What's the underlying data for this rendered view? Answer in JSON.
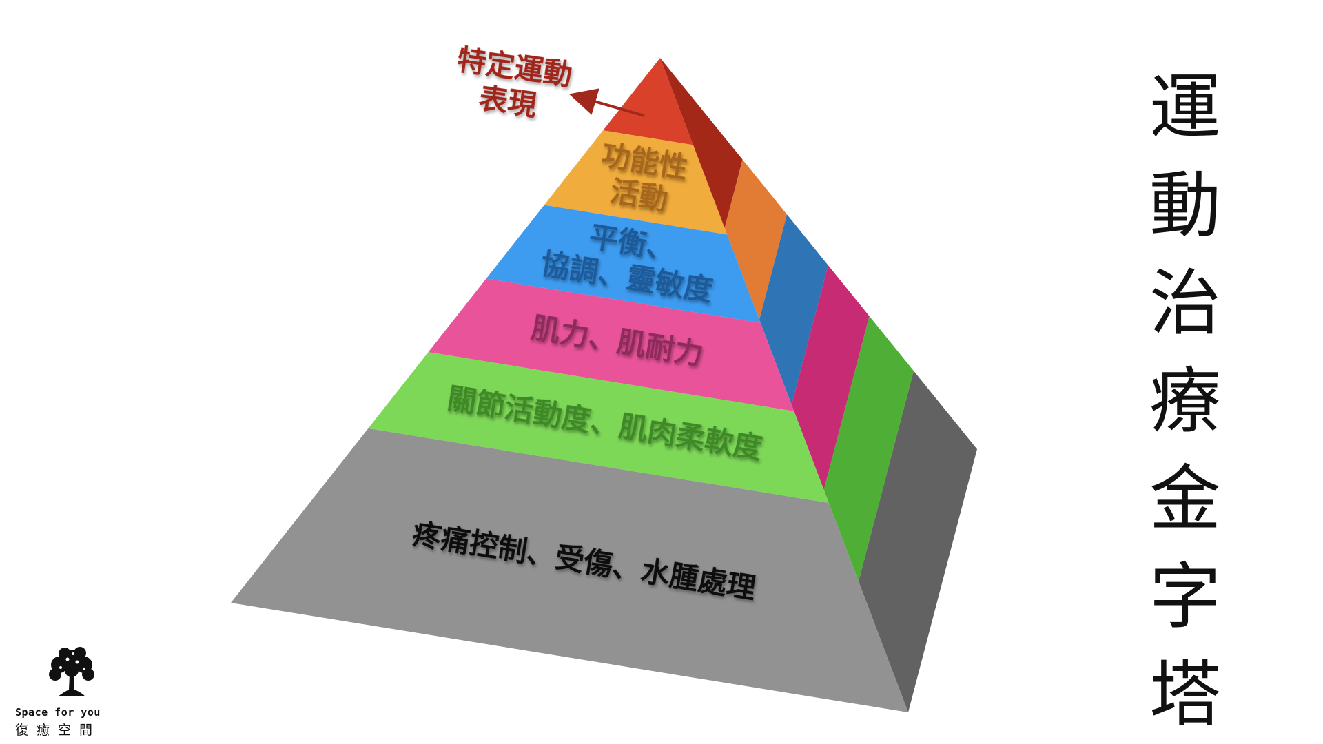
{
  "title": "運動治療金字塔",
  "top_callout": {
    "line1": "特定運動",
    "line2": "表現",
    "color": "#a0281c"
  },
  "layers": [
    {
      "id": "top",
      "lines": [],
      "front_color": "#d9412a",
      "side_color": "#a32818",
      "text_color": "#8f2414"
    },
    {
      "id": "functional",
      "lines": [
        "功能性",
        "活動"
      ],
      "front_color": "#f0ac3c",
      "side_color": "#e27b33",
      "text_color": "#a8661c"
    },
    {
      "id": "balance",
      "lines": [
        "平衡、",
        "協調、靈敏度"
      ],
      "front_color": "#3d9bf0",
      "side_color": "#2f75b6",
      "text_color": "#1f5a9a"
    },
    {
      "id": "strength",
      "lines": [
        "肌力、肌耐力"
      ],
      "front_color": "#e9539a",
      "side_color": "#c62b73",
      "text_color": "#8e2c5c"
    },
    {
      "id": "mobility",
      "lines": [
        "關節活動度、肌肉柔軟度"
      ],
      "front_color": "#7ed858",
      "side_color": "#4fae35",
      "text_color": "#3c8a28"
    },
    {
      "id": "pain",
      "lines": [
        "疼痛控制、受傷、水腫處理"
      ],
      "front_color": "#929292",
      "side_color": "#626262",
      "text_color": "#111111"
    }
  ],
  "logo": {
    "en": "Space for you",
    "zh": "復癒空間"
  }
}
